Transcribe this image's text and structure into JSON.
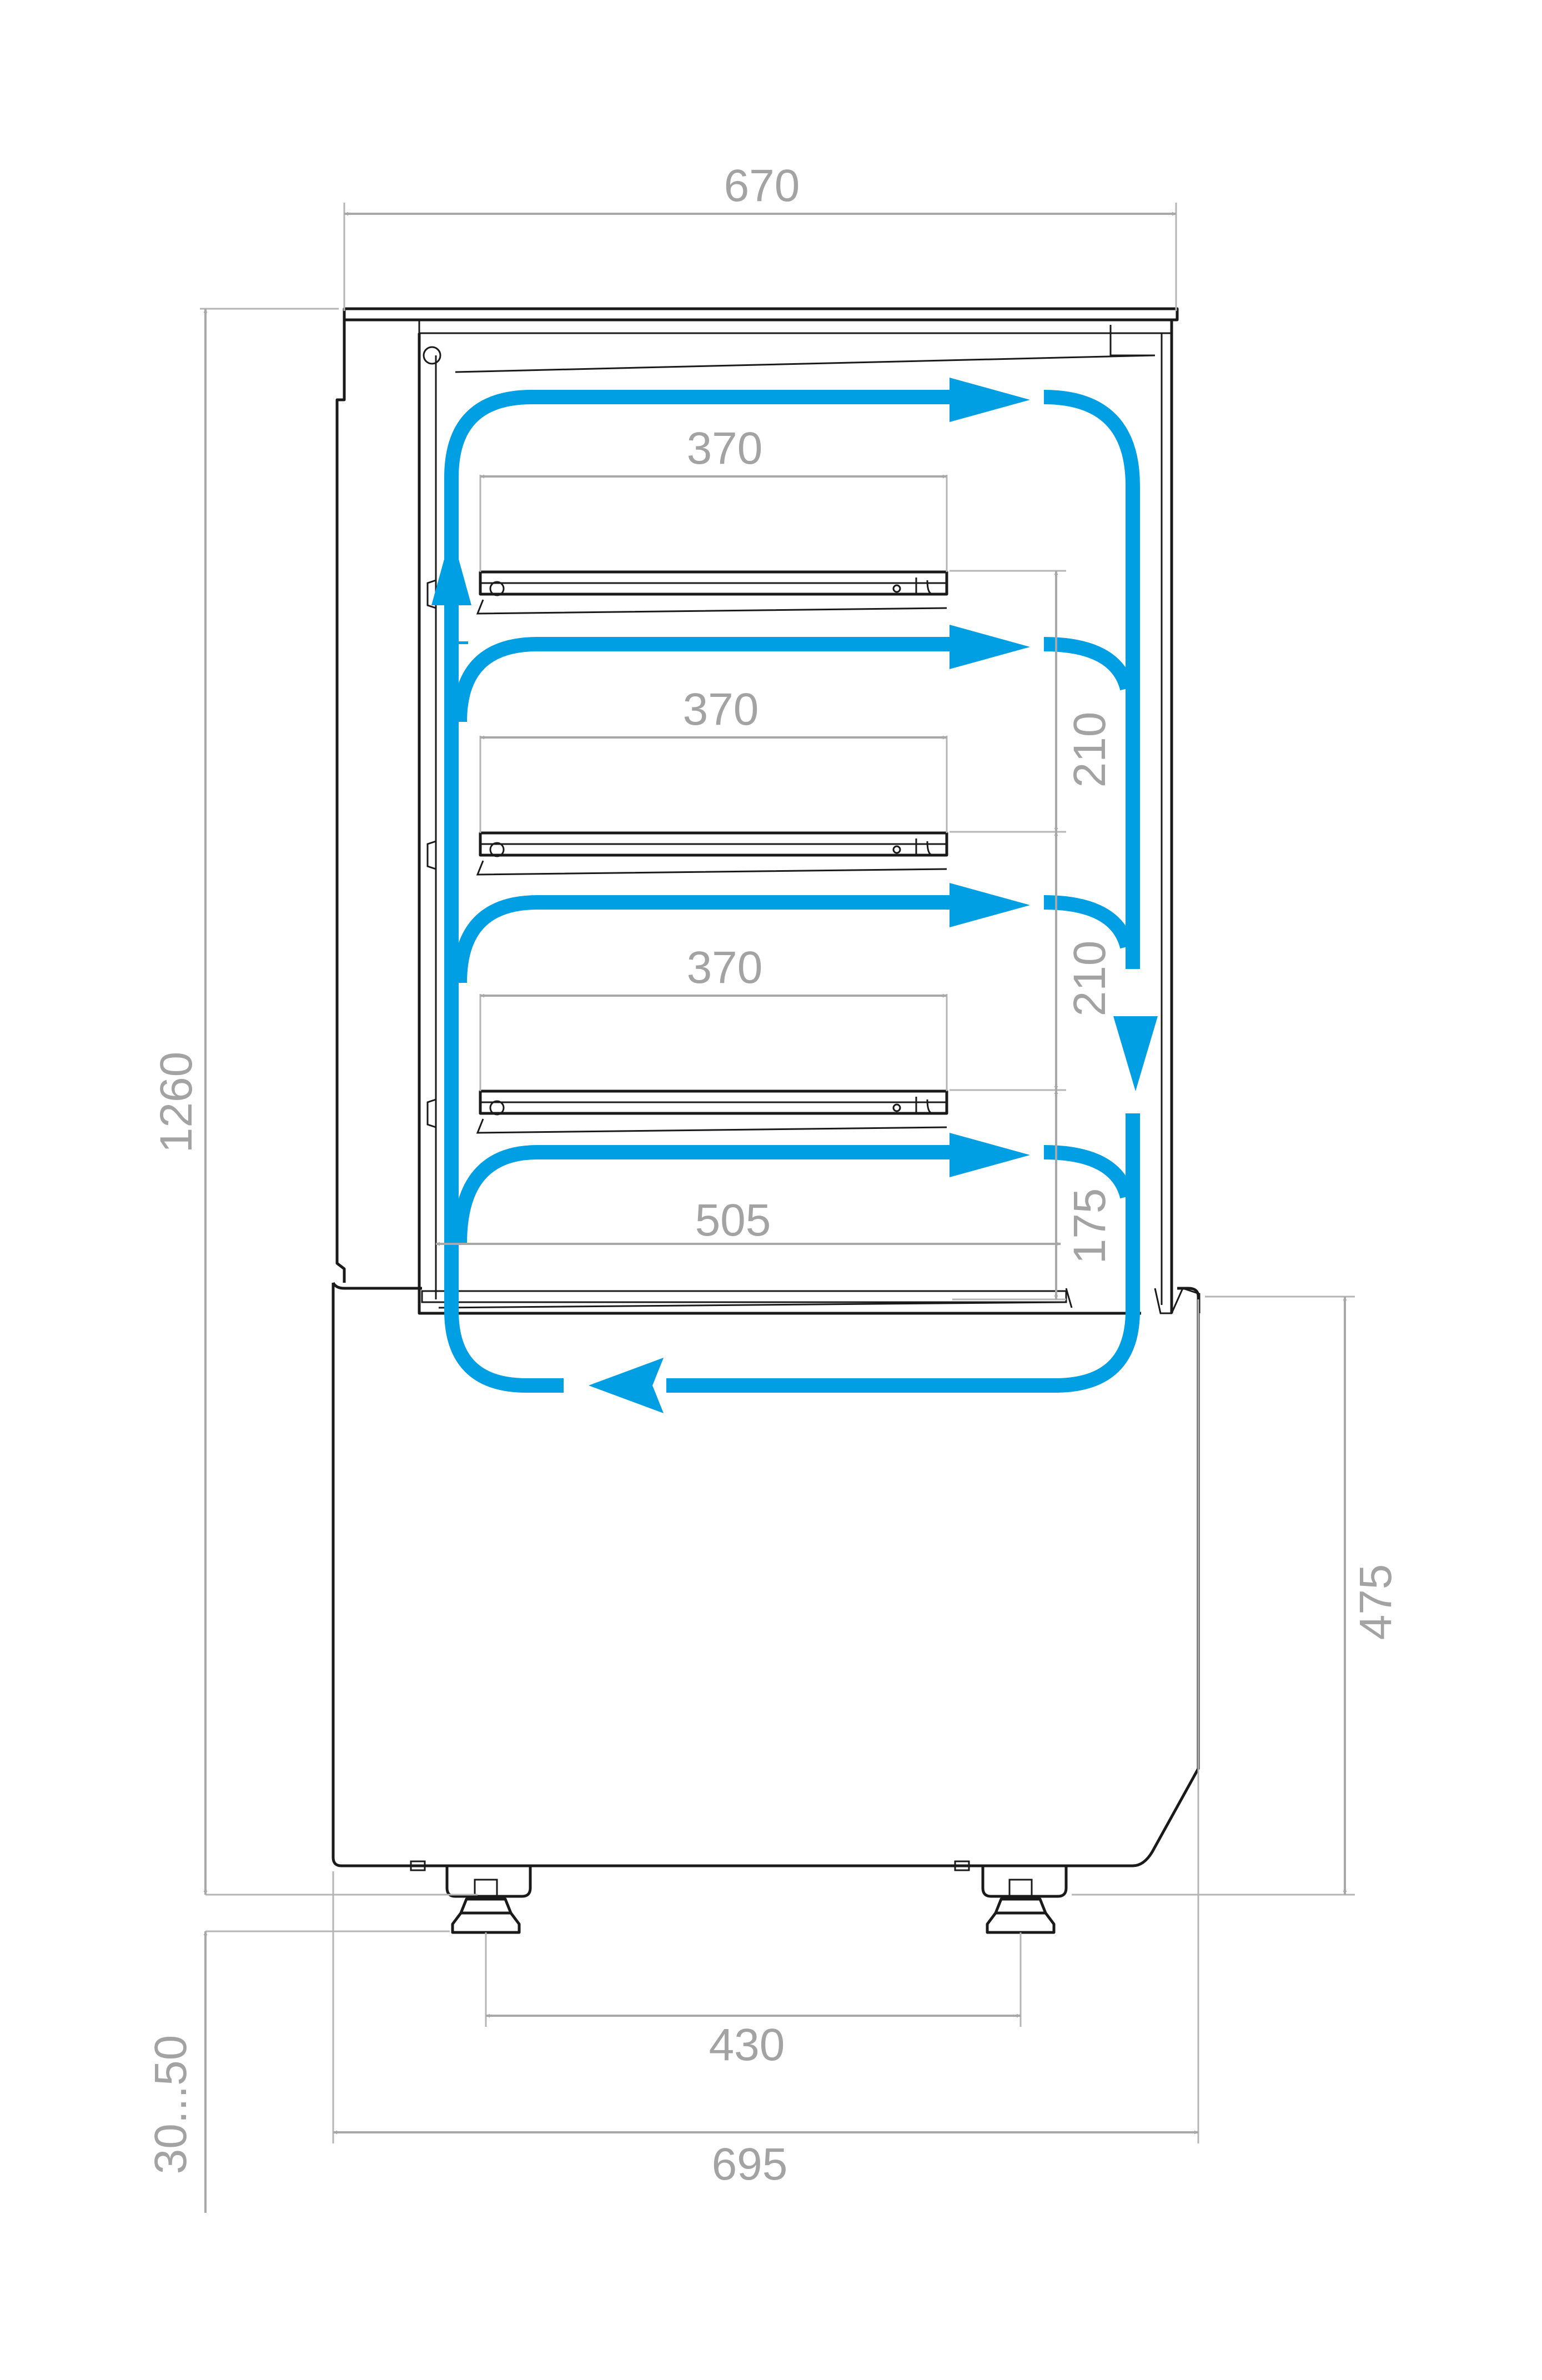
{
  "dimensions": {
    "overall_width_top": "670",
    "overall_height": "1260",
    "shelf_depth_1": "370",
    "shelf_depth_2": "370",
    "shelf_depth_3": "370",
    "base_shelf_depth": "505",
    "shelf_spacing_1": "210",
    "shelf_spacing_2": "210",
    "shelf_spacing_3": "175",
    "base_height": "475",
    "feet_spacing": "430",
    "base_width": "695",
    "feet_adjust_range": "30...50"
  },
  "colors": {
    "airflow": "#009fe3",
    "dimension": "#a3a3a3",
    "outline": "#1a1a1a"
  }
}
